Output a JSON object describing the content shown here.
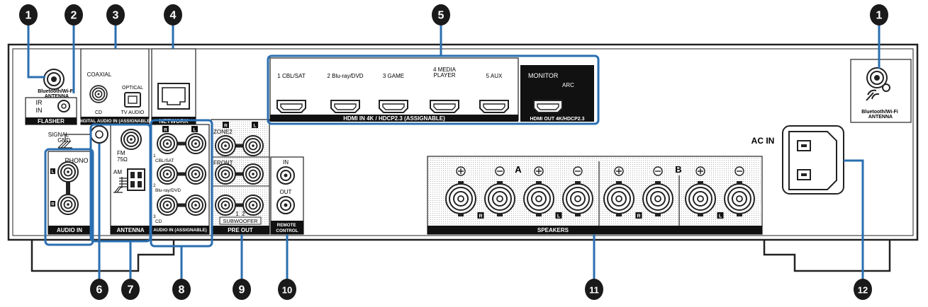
{
  "callouts": [
    {
      "id": "c1a",
      "num": "1"
    },
    {
      "id": "c2",
      "num": "2"
    },
    {
      "id": "c3",
      "num": "3"
    },
    {
      "id": "c4",
      "num": "4"
    },
    {
      "id": "c5",
      "num": "5"
    },
    {
      "id": "c1b",
      "num": "1"
    },
    {
      "id": "c6",
      "num": "6"
    },
    {
      "id": "c7",
      "num": "7"
    },
    {
      "id": "c8",
      "num": "8"
    },
    {
      "id": "c9",
      "num": "9"
    },
    {
      "id": "c10",
      "num": "10"
    },
    {
      "id": "c11",
      "num": "11"
    },
    {
      "id": "c12",
      "num": "12"
    }
  ],
  "labels": {
    "bt_antenna_left": [
      "Bluetooth/Wi-Fi",
      "ANTENNA"
    ],
    "ir": "IR",
    "in": "IN",
    "flasher": "FLASHER",
    "coaxial": "COAXIAL",
    "optical": "OPTICAL",
    "cd": "CD",
    "tv_audio": "TV AUDIO",
    "digital_audio_in": "DIGITAL AUDIO IN (ASSIGNABLE)",
    "network": "NETWORK",
    "hdmi_inputs": [
      "1 CBL/SAT",
      "2 Blu-ray/DVD",
      "3 GAME",
      "4 MEDIA PLAYER",
      "5 AUX"
    ],
    "hdmi_in": "HDMI IN  4K / HDCP2.3 (ASSIGNABLE)",
    "monitor": "MONITOR",
    "arc": "ARC",
    "hdmi_out": "HDMI OUT 4K/HDCP2.3",
    "bt_antenna_right": [
      "Bluetooth/Wi-Fi",
      "ANTENNA"
    ],
    "signal_gnd": [
      "SIGNAL",
      "GND"
    ],
    "phono": "PHONO",
    "audio_in": "AUDIO IN",
    "fm": [
      "FM",
      "75Ω"
    ],
    "am": "AM",
    "antenna": "ANTENNA",
    "analog_inputs": [
      "1 CBL/SAT",
      "2 Blu-ray/DVD",
      "3 CD"
    ],
    "audio_in_assignable": "AUDIO IN (ASSIGNABLE)",
    "zone2": "ZONE2",
    "front": "FRONT",
    "subwoofer_nums": "1  2",
    "subwoofer": "SUBWOOFER",
    "pre_out": "PRE OUT",
    "remote_in": "IN",
    "remote_out": "OUT",
    "remote_control": [
      "REMOTE",
      "CONTROL"
    ],
    "speaker_group_a": "A",
    "speaker_group_b": "B",
    "speakers": "SPEAKERS",
    "ac_in": "AC IN",
    "ch_r": "R",
    "ch_l": "L"
  },
  "colors": {
    "callout_fill": "#1a1a1a",
    "highlight": "#2a6fb0",
    "line": "#222222",
    "panel_label_bg": "#111111"
  }
}
